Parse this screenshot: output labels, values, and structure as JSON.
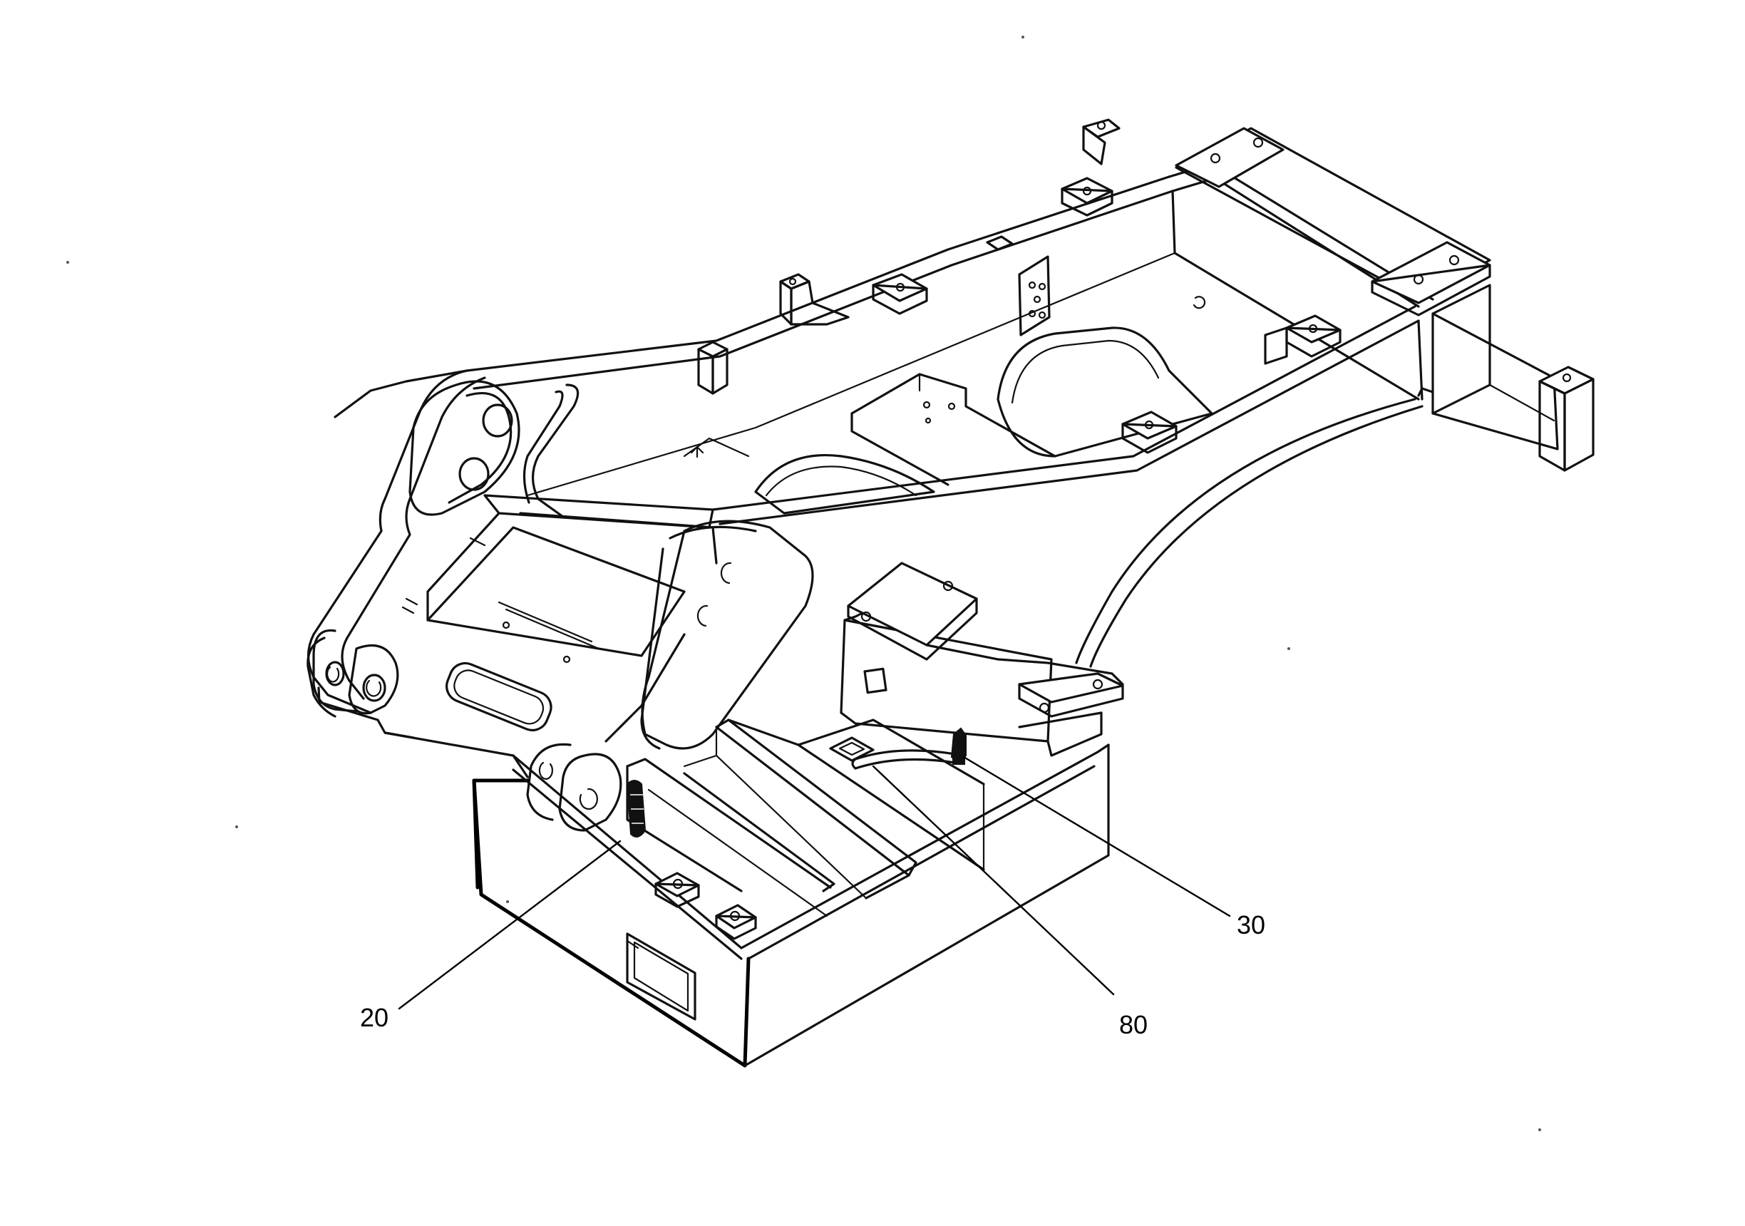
{
  "callouts": {
    "item_20": "20",
    "item_30": "30",
    "item_80": "80"
  },
  "colors": {
    "line": "#111111",
    "background": "#ffffff"
  }
}
